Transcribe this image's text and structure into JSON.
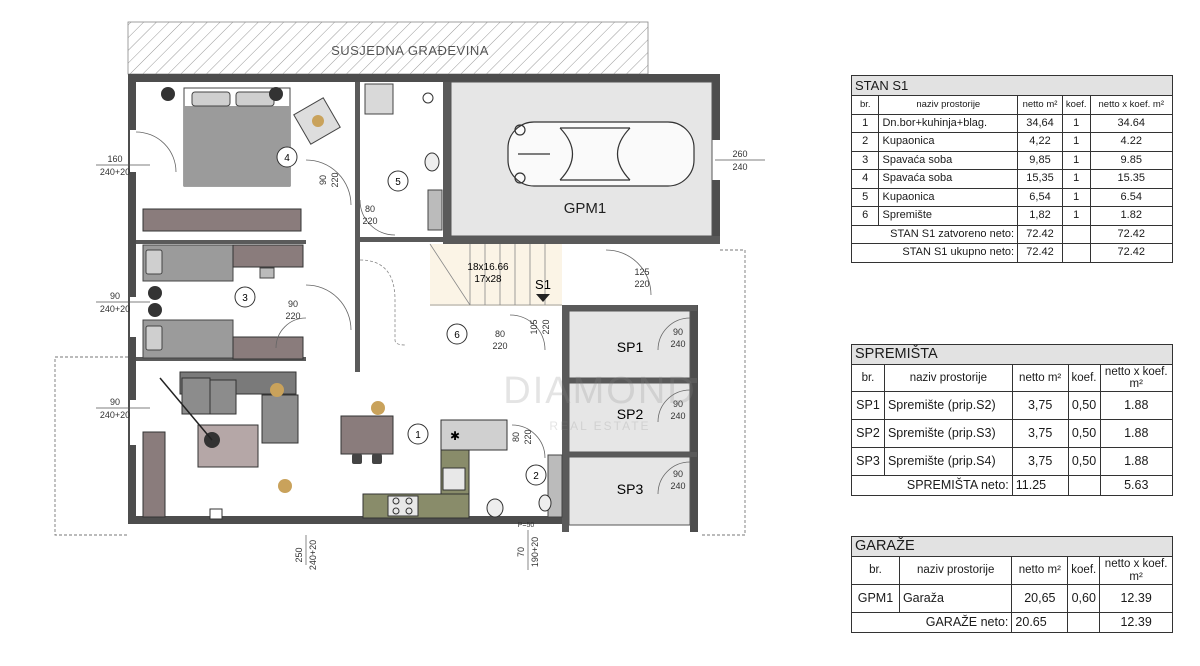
{
  "plan": {
    "neighbor_label": "SUSJEDNA GRAĐEVINA",
    "garage_label": "GPM1",
    "staircase_label": "S1",
    "stair_dim_1": "18x16.66",
    "stair_dim_2": "17x28",
    "storage_labels": [
      "SP1",
      "SP2",
      "SP3"
    ],
    "room_numbers": [
      "1",
      "2",
      "3",
      "4",
      "5",
      "6"
    ],
    "dims": {
      "left_top_1": "160",
      "left_top_2": "240+20",
      "left_mid_1": "90",
      "left_mid_2": "240+20",
      "left_low_1": "90",
      "left_low_2": "240+20",
      "right_top_1": "260",
      "right_top_2": "240",
      "bottom_1": "250",
      "bottom_2": "240+20",
      "bottom_r1": "70",
      "bottom_r2": "190+20",
      "door_4": "90",
      "door_4b": "220",
      "door_5": "80",
      "door_5b": "220",
      "door_3": "90",
      "door_3b": "220",
      "door_6": "80",
      "door_6b": "220",
      "door_st": "105",
      "door_stb": "220",
      "door_s1": "125",
      "door_s1b": "220",
      "door_sp1": "90",
      "door_sp1b": "240",
      "door_sp2": "90",
      "door_sp2b": "240",
      "door_sp3": "90",
      "door_sp3b": "240",
      "door_2": "80",
      "door_2b": "220",
      "pt": "P=50"
    },
    "watermark": "DIAMOND",
    "watermark_sub": "REAL ESTATE"
  },
  "stan": {
    "title": "STAN S1",
    "headers": [
      "br.",
      "naziv prostorije",
      "netto m²",
      "koef.",
      "netto x koef. m²"
    ],
    "rows": [
      [
        "1",
        "Dn.bor+kuhinja+blag.",
        "34,64",
        "1",
        "34.64"
      ],
      [
        "2",
        "Kupaonica",
        "4,22",
        "1",
        "4.22"
      ],
      [
        "3",
        "Spavaća soba",
        "9,85",
        "1",
        "9.85"
      ],
      [
        "4",
        "Spavaća soba",
        "15,35",
        "1",
        "15.35"
      ],
      [
        "5",
        "Kupaonica",
        "6,54",
        "1",
        "6.54"
      ],
      [
        "6",
        "Spremište",
        "1,82",
        "1",
        "1.82"
      ]
    ],
    "total_closed_label": "STAN S1 zatvoreno neto:",
    "total_closed_net": "72.42",
    "total_closed_coef": "72.42",
    "total_label": "STAN S1 ukupno neto:",
    "total_net": "72.42",
    "total_coef": "72.42"
  },
  "spremista": {
    "title": "SPREMIŠTA",
    "headers": [
      "br.",
      "naziv prostorije",
      "netto m²",
      "koef.",
      "netto x koef. m²"
    ],
    "rows": [
      [
        "SP1",
        "Spremište (prip.S2)",
        "3,75",
        "0,50",
        "1.88"
      ],
      [
        "SP2",
        "Spremište (prip.S3)",
        "3,75",
        "0,50",
        "1.88"
      ],
      [
        "SP3",
        "Spremište (prip.S4)",
        "3,75",
        "0,50",
        "1.88"
      ]
    ],
    "total_label": "SPREMIŠTA neto:",
    "total_net": "11.25",
    "total_coef": "5.63"
  },
  "garaze": {
    "title": "GARAŽE",
    "headers": [
      "br.",
      "naziv prostorije",
      "netto m²",
      "koef.",
      "netto x koef. m²"
    ],
    "rows": [
      [
        "GPM1",
        "Garaža",
        "20,65",
        "0,60",
        "12.39"
      ]
    ],
    "total_label": "GARAŽE neto:",
    "total_net": "20.65",
    "total_coef": "12.39"
  }
}
